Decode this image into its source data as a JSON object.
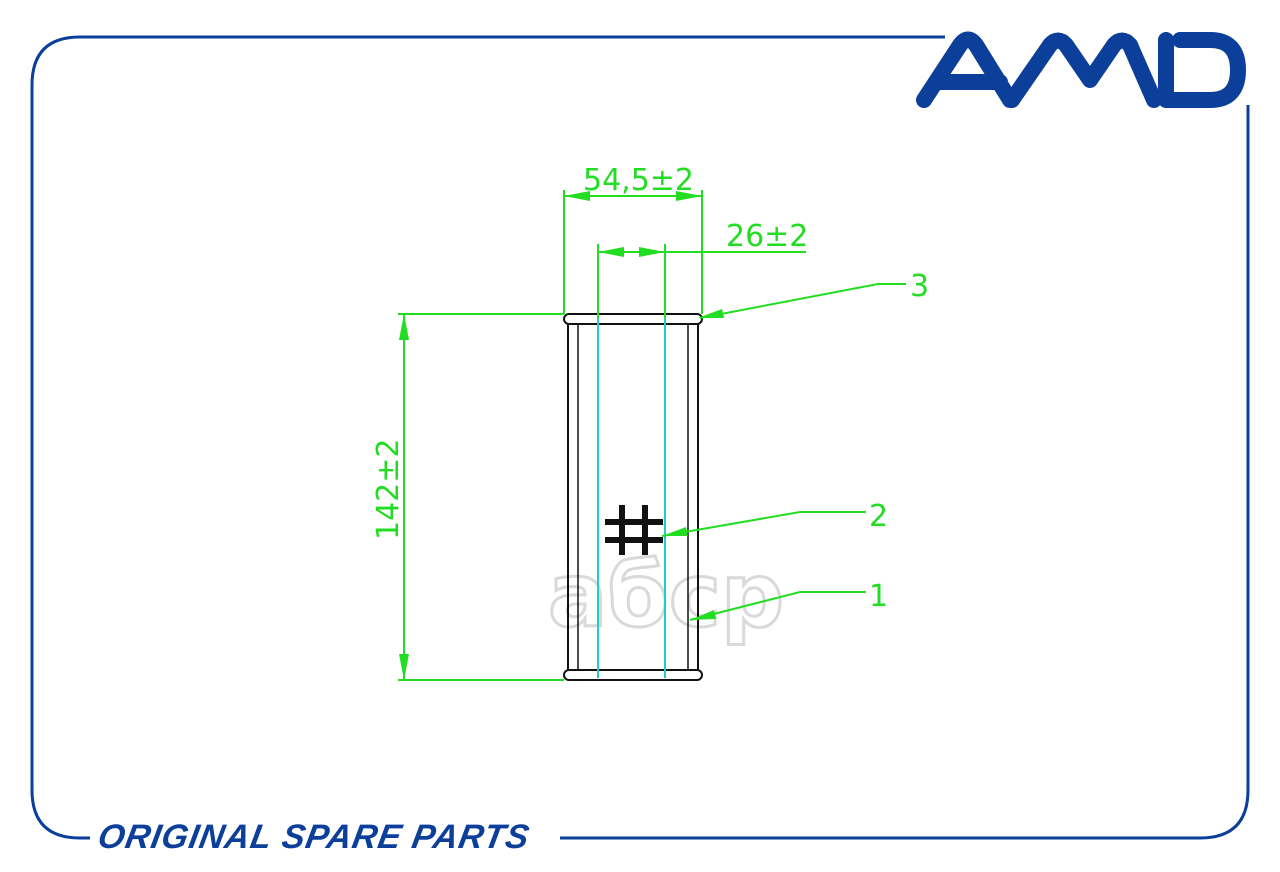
{
  "brand": {
    "logo_text": "AMD",
    "color": "#0b3f9a"
  },
  "dimensions": {
    "outer_diameter": "54,5±2",
    "inner_diameter": "26±2",
    "height": "142±2"
  },
  "callouts": {
    "item_1": "1",
    "item_2": "2",
    "item_3": "3"
  },
  "watermark": "aбcp",
  "footer": {
    "tagline": "ORIGINAL SPARE PARTS"
  },
  "colors": {
    "dimension_lines": "#22dd22",
    "frame": "#0b3f9a",
    "filter_outline": "#111111",
    "inner_lines": "#22cccc"
  }
}
